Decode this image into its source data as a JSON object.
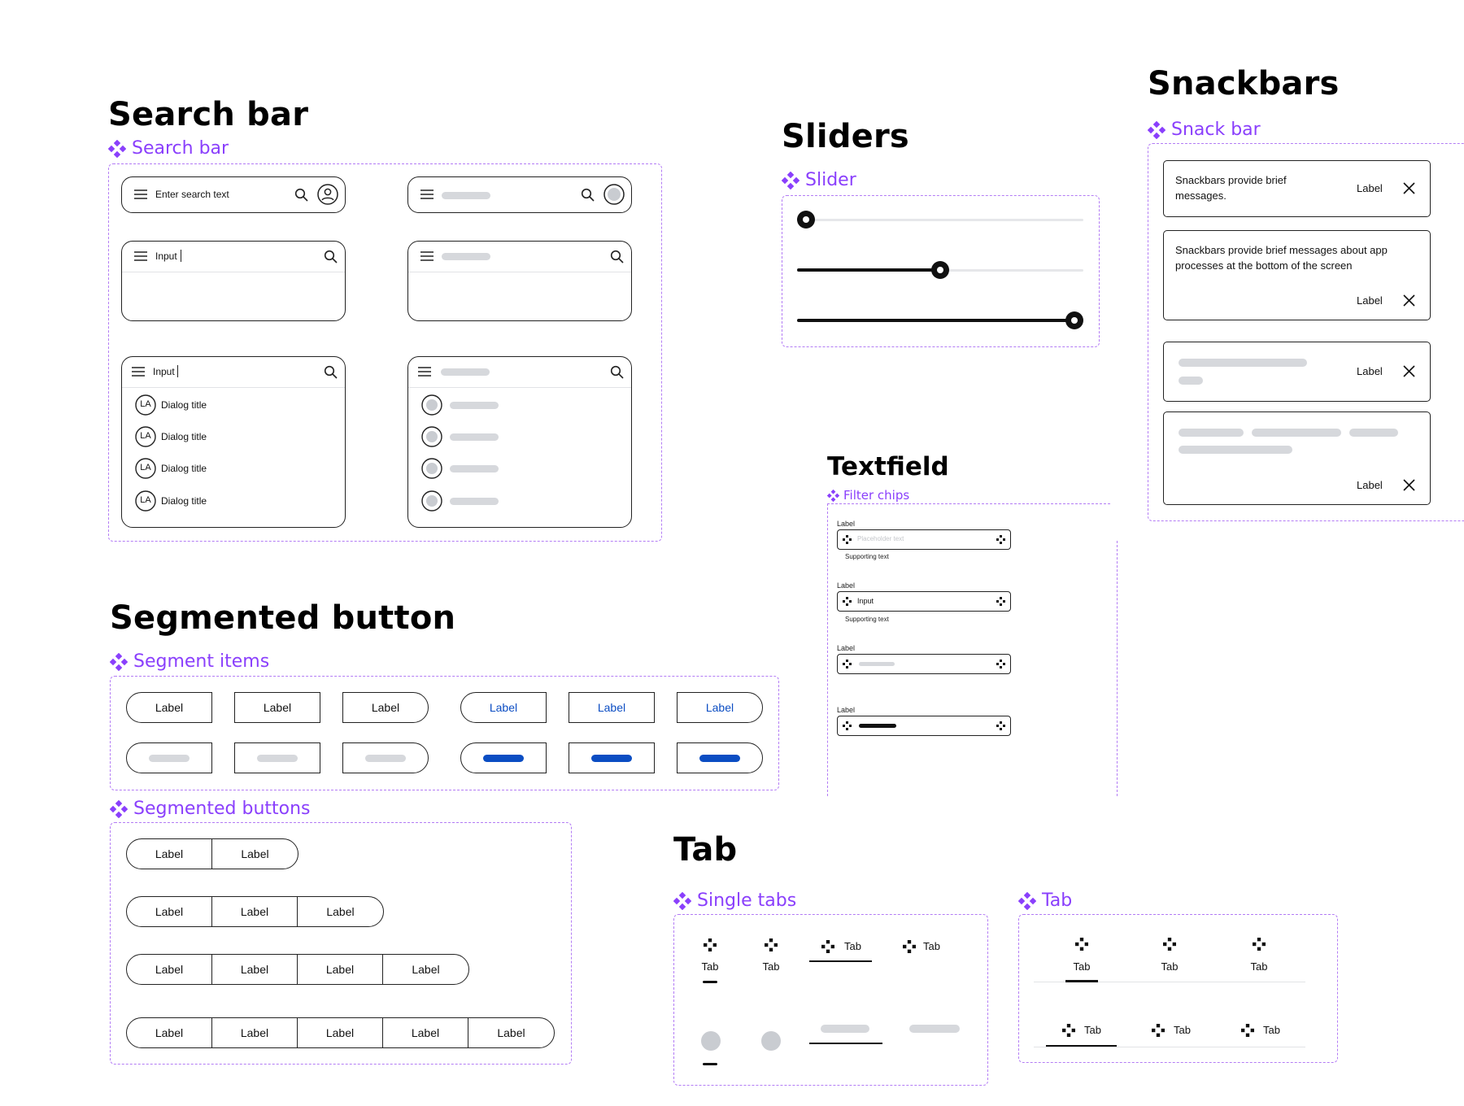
{
  "sections": {
    "search": {
      "title": "Search bar",
      "component": "Search bar"
    },
    "sliders": {
      "title": "Sliders",
      "component": "Slider",
      "values": [
        0,
        0.5,
        1.0
      ]
    },
    "snackbars": {
      "title": "Snackbars",
      "component": "Snack bar"
    },
    "textfield": {
      "title": "Textfield",
      "component": "Filter chips"
    },
    "segmented": {
      "title": "Segmented button",
      "component_items": "Segment items",
      "component_buttons": "Segmented buttons"
    },
    "tab": {
      "title": "Tab",
      "component_single": "Single tabs",
      "component_tab": "Tab"
    }
  },
  "search": {
    "placeholder": "Enter search text",
    "input_value": "Input",
    "list_items": [
      "Dialog title",
      "Dialog title",
      "Dialog title",
      "Dialog title"
    ],
    "avatar_initials": "LA"
  },
  "snackbar": {
    "msg_short": "Snackbars provide brief messages.",
    "msg_long": "Snackbars provide brief messages about app processes at the bottom of the screen",
    "action": "Label"
  },
  "textfield": {
    "label": "Label",
    "placeholder": "Placeholder text",
    "supporting": "Supporting text",
    "input_value": "Input"
  },
  "segment": {
    "label": "Label"
  },
  "tabs": {
    "label": "Tab"
  },
  "colors": {
    "accent": "#8a3ffc",
    "selected": "#0b4dc3",
    "skeleton": "#d6d8dc"
  },
  "icons": [
    "menu-icon",
    "search-icon",
    "avatar-icon",
    "close-icon",
    "component-icon",
    "tab-glyph-icon"
  ]
}
